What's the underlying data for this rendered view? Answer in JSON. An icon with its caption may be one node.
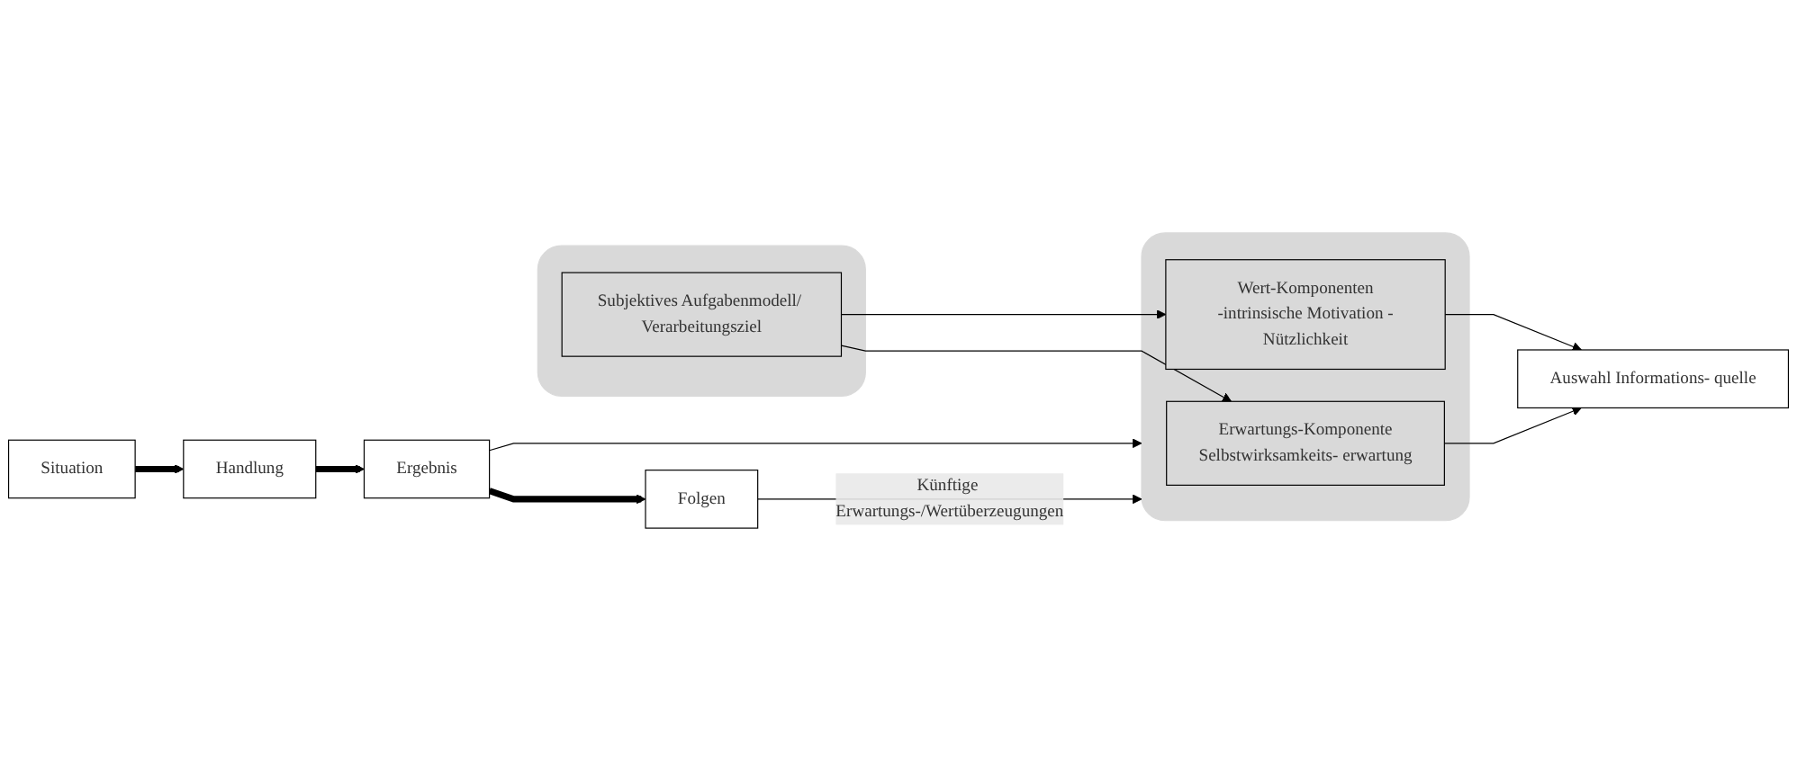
{
  "diagram": {
    "nodes": [
      {
        "text": [],
        "shape": "box"
      },
      {
        "text": [
          "Subjektives Aufgabenmodell/ Verarbeitungsziel"
        ],
        "in": 0
      },
      {
        "text": [],
        "shape": "box"
      },
      {
        "text": [
          "Erwartungs-Komponente",
          "Selbstwirksamkeits- erwartung"
        ],
        "in": 2
      },
      {
        "text": [
          "Wert-Komponenten",
          "-intrinsische Motivation -Nützlichkeit"
        ],
        "in": 2
      },
      {
        "text": [
          "Auswahl Informations- quelle"
        ]
      },
      {
        "text": [
          "Situation"
        ]
      },
      {
        "text": [
          "Handlung"
        ]
      },
      {
        "text": [
          "Ergebnis"
        ]
      },
      {
        "text": [
          "Folgen"
        ]
      }
    ],
    "edges": [
      {
        "from": 1,
        "to": 3,
        "arrow": "to"
      },
      {
        "from": 1,
        "to": 4,
        "arrow": "to"
      },
      {
        "from": 3,
        "to": 5,
        "arrow": "to"
      },
      {
        "from": 4,
        "to": 5,
        "arrow": "to"
      },
      {
        "from": 6,
        "to": 7,
        "arrow": "to",
        "style": "thick"
      },
      {
        "from": 7,
        "to": 8,
        "arrow": "to",
        "style": "thick"
      },
      {
        "from": 8,
        "to": 9,
        "arrow": "to",
        "style": "thick"
      },
      {
        "from": 8,
        "to": 2,
        "arrow": "to"
      },
      {
        "from": 9,
        "to": 2,
        "arrow": "to",
        "label": "Künftige Erwartungs-/Wertüberzeugungen"
      }
    ]
  }
}
